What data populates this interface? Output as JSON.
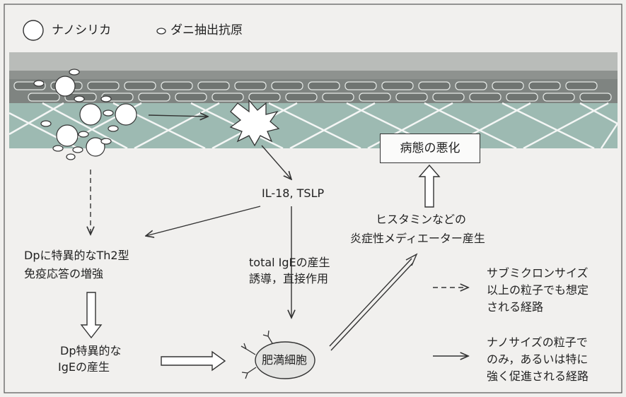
{
  "legend": {
    "nanosilica": "ナノシリカ",
    "mite_antigen": "ダニ抽出抗原"
  },
  "nodes": {
    "cytokines": "IL-18, TSLP",
    "th2_line1": "Dpに特異的なTh2型",
    "th2_line2": "免疫応答の増強",
    "ige_prod_line1": "total IgEの産生",
    "ige_prod_line2": "誘導，直接作用",
    "mediator_line1": "ヒスタミンなどの",
    "mediator_line2": "炎症性メディエーター産生",
    "worsening": "病態の悪化",
    "specific_ige_line1": "Dp特異的な",
    "specific_ige_line2": "IgEの産生",
    "mast_cell": "肥満細胞"
  },
  "key": {
    "dashed_line1": "サブミクロンサイズ",
    "dashed_line2": "以上の粒子でも想定",
    "dashed_line3": "される経路",
    "solid_line1": "ナノサイズの粒子で",
    "solid_line2": "のみ，あるいは特に",
    "solid_line3": "強く促進される経路"
  }
}
